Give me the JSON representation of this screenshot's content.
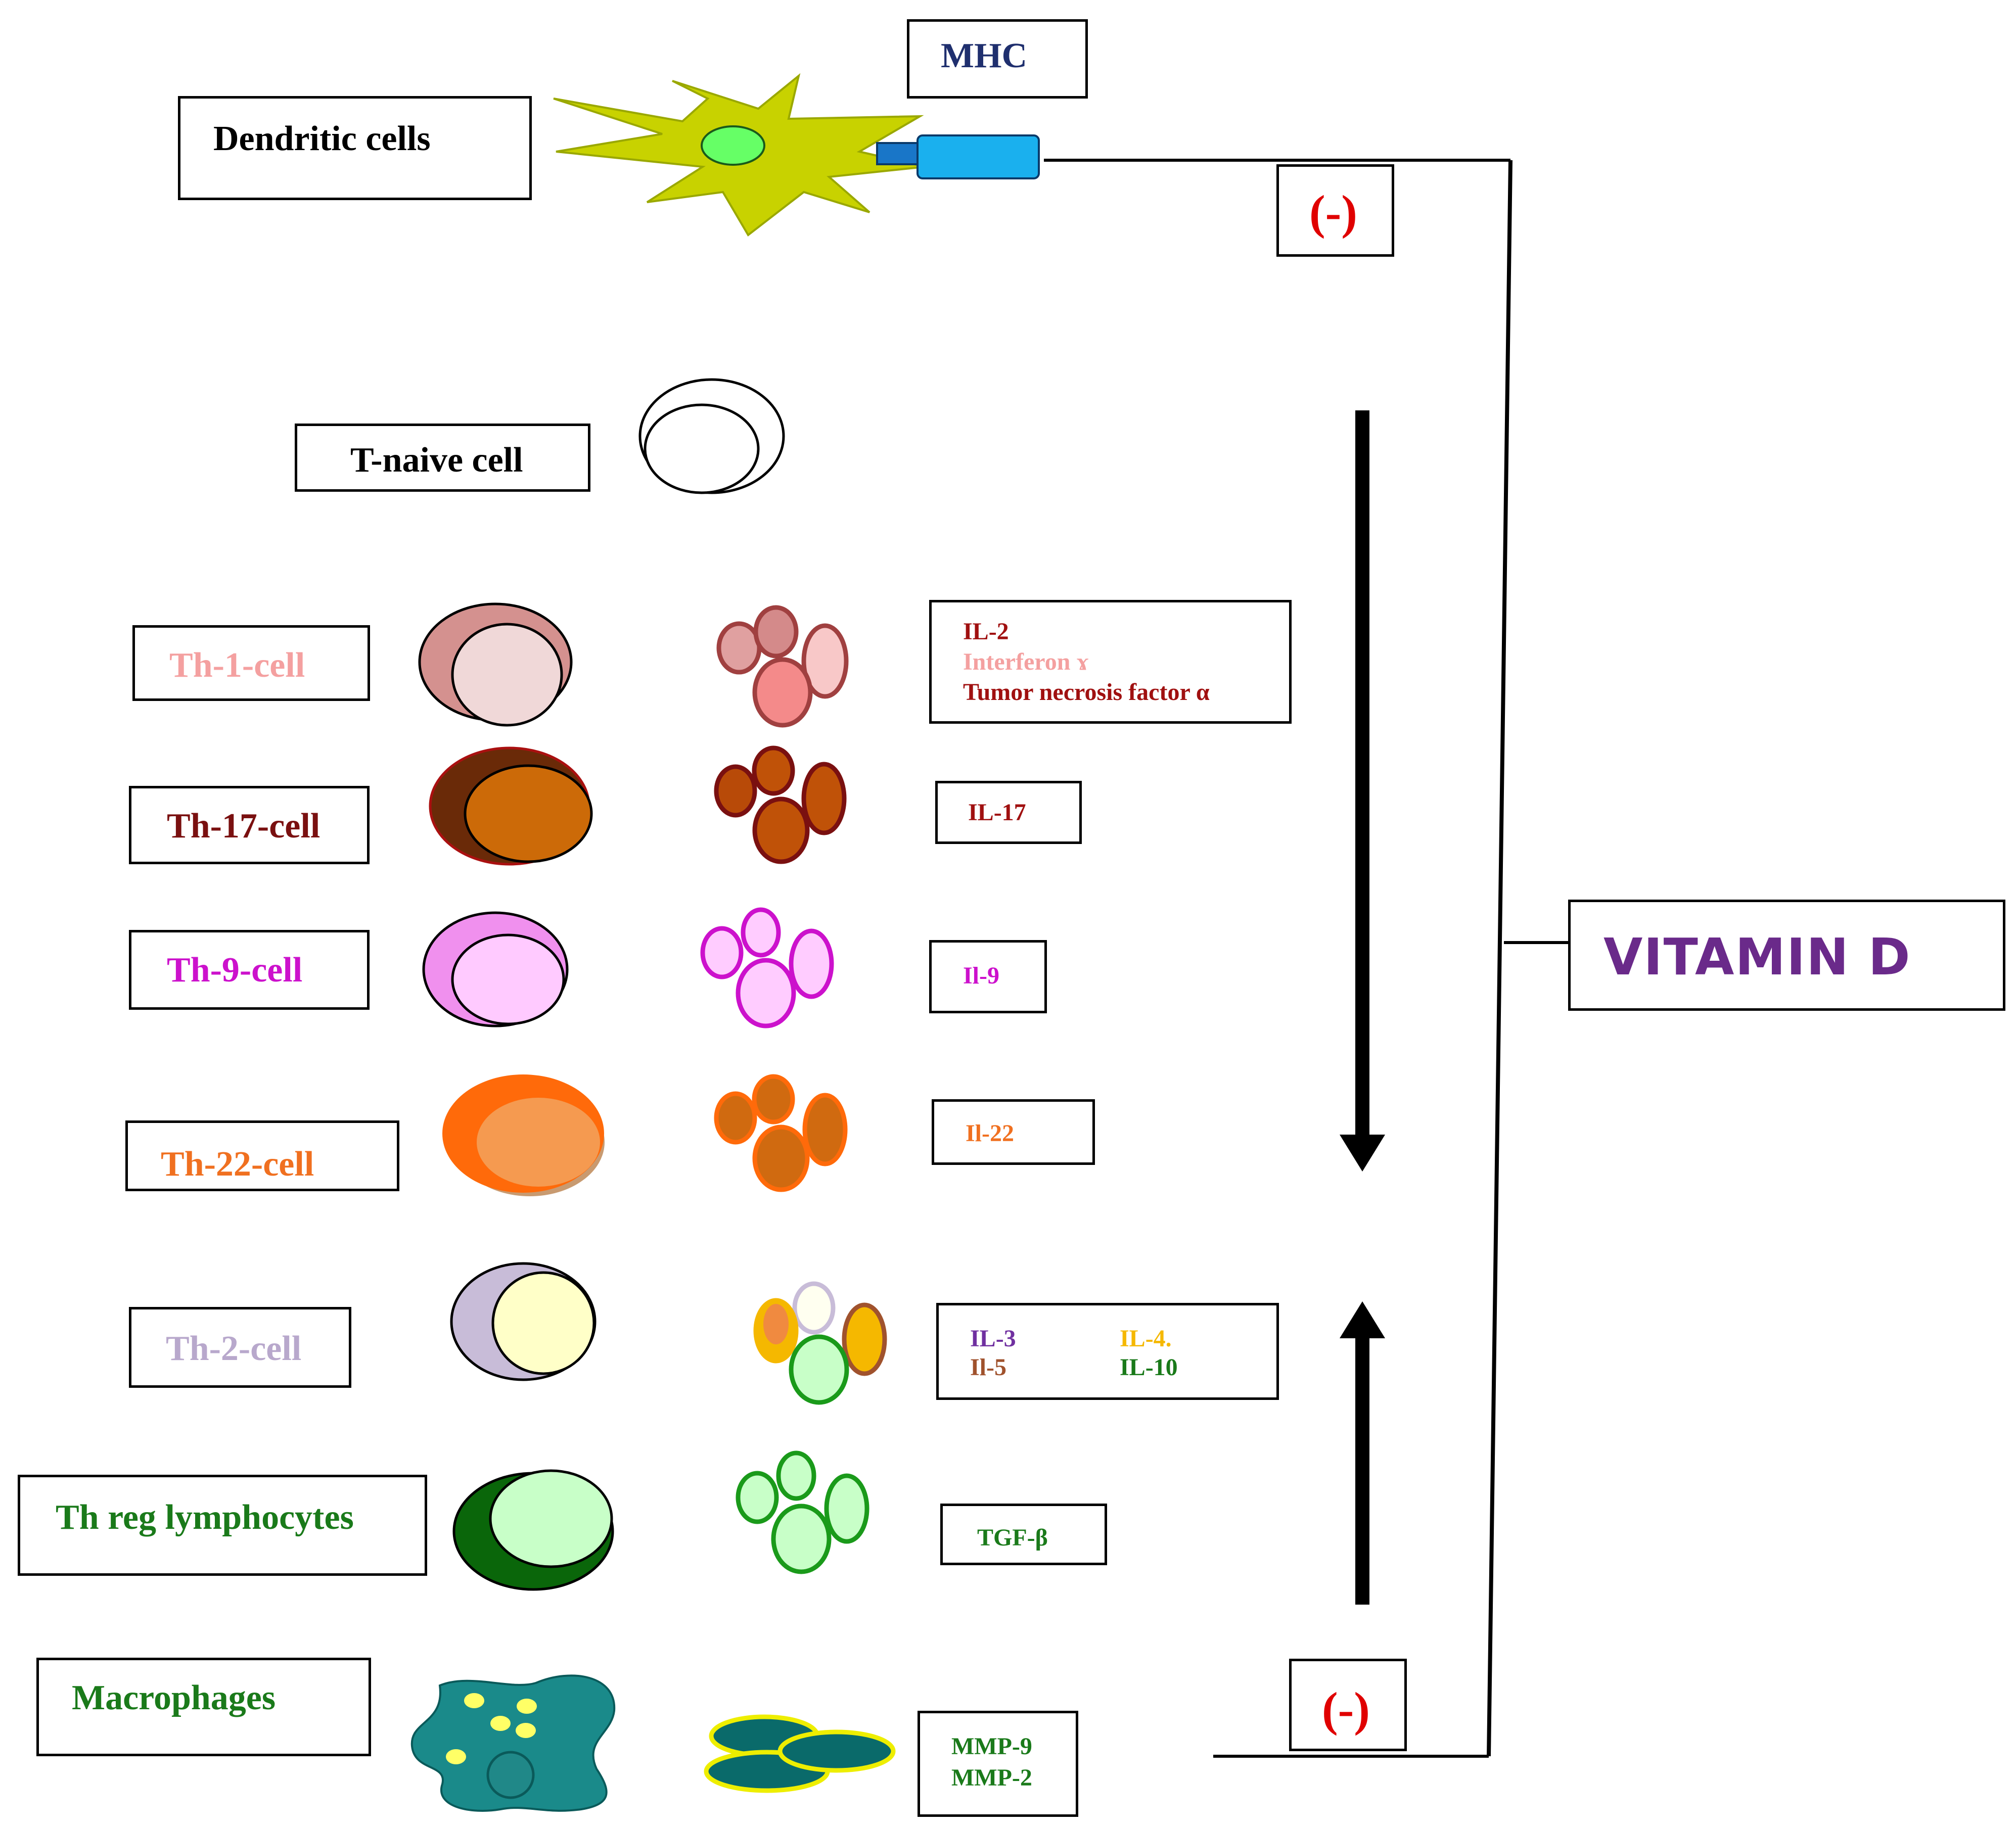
{
  "labels": {
    "dendritic": "Dendritic cells",
    "mhc": "MHC",
    "minus_top": "(-)",
    "t_naive": "T-naive cell",
    "th1": "Th-1-cell",
    "th17": "Th-17-cell",
    "th9": "Th-9-cell",
    "th22": "Th-22-cell",
    "th2": "Th-2-cell",
    "threg": "Th reg lymphocytes",
    "macrophages": "Macrophages",
    "vitamin_d": "VITAMIN D",
    "minus_bottom": "(-)"
  },
  "cytokines": {
    "th1": [
      "IL-2",
      "Interferon ɤ",
      "Tumor necrosis factor α"
    ],
    "th17": "IL-17",
    "th9": "Il-9",
    "th22": "Il-22",
    "th2": [
      "IL-3",
      "IL-4.",
      "Il-5",
      "IL-10"
    ],
    "threg": "TGF-β",
    "macrophages": [
      "MMP-9",
      "MMP-2"
    ]
  },
  "colors": {
    "th1": "#f4a0a0",
    "th1_dark": "#a01010",
    "th17": "#7a1010",
    "th9": "#cc11cc",
    "th22": "#f07020",
    "th2": "#b8a8cc",
    "th2_il3": "#7030a0",
    "th2_il4": "#f5b800",
    "th2_il5": "#a0522d",
    "green": "#1a7a1a",
    "navy": "#1f2f6e",
    "red": "#e00000",
    "vitamin": "#6a2a8a"
  }
}
